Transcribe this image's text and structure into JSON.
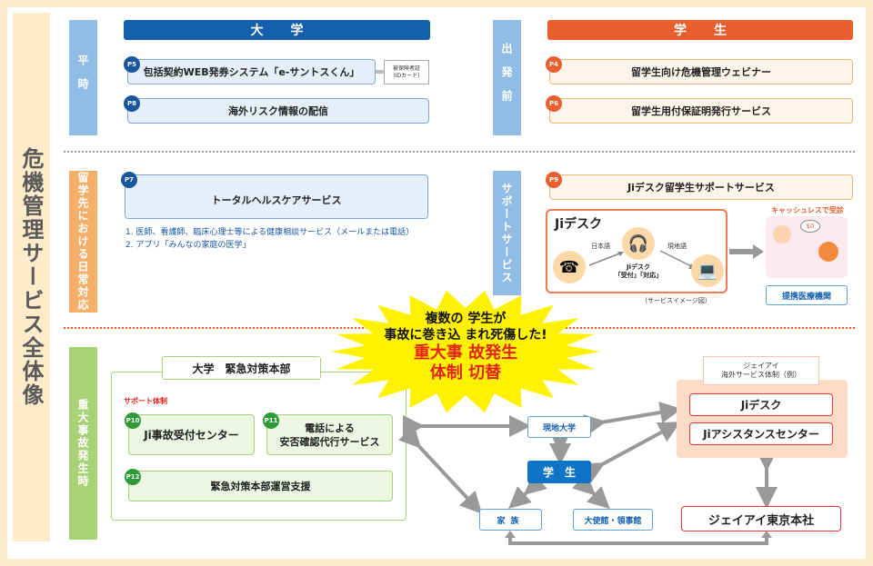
{
  "title": "危機管理サービス全体像",
  "phases": {
    "normal": "平時",
    "predeparture": "出発前",
    "daily": "留学先における日常対応",
    "support": "サポートサービス",
    "emergency": "重大事故発生時"
  },
  "headers": {
    "university": "大学",
    "student": "学生"
  },
  "university_services": [
    {
      "page": "P5",
      "label": "包括契約WEB発券システム「e-サントスくん」"
    },
    {
      "page": "P8",
      "label": "海外リスク情報の配信"
    }
  ],
  "id_card_note": [
    "被保険者証",
    "(IDカード)"
  ],
  "student_services": [
    {
      "page": "P4",
      "label": "留学生向け危機管理ウェビナー"
    },
    {
      "page": "P6",
      "label": "留学生用付保証明発行サービス"
    }
  ],
  "daily": {
    "page": "P7",
    "label": "トータルヘルスケアサービス",
    "items": [
      "1. 医師、看護師、臨床心理士等による健康相談サービス（メールまたは電話）",
      "2. アプリ「みんなの家庭の医学」"
    ]
  },
  "support": {
    "page": "P9",
    "label": "Jiデスク留学生サポートサービス",
    "jidesk_title": "Jiデスク",
    "lang_japanese": "日本語",
    "lang_local": "現地語",
    "operator_label": [
      "Jiデスク",
      "「受付」「対応」"
    ],
    "caption": "（サービスイメージ図）",
    "cashless": "キャッシュレスで受診",
    "speech": "$0",
    "partner": "提携医療機関"
  },
  "burst": {
    "line1": "複数の 学生が",
    "line2": "事故に巻き込 まれ死傷した!",
    "line3": "重大事 故発生",
    "line4": "体制 切替"
  },
  "emergency": {
    "hq_title": "大学　緊急対策本部",
    "support_label": "サポート体制",
    "items": [
      {
        "page": "P10",
        "label": "Ji事故受付センター"
      },
      {
        "page": "P11",
        "label": "電話による\n安否確認代行サービス"
      },
      {
        "page": "P12",
        "label": "緊急対策本部運営支援"
      }
    ]
  },
  "network": {
    "local_univ": "現地大学",
    "student": "学生",
    "family": "家族",
    "embassy": "大使館・領事館"
  },
  "ji_overseas": {
    "title": [
      "ジェイアイ",
      "海外サービス体制（例）"
    ],
    "jidesk": "Jiデスク",
    "assistance": "Jiアシスタンスセンター",
    "tokyo": "ジェイアイ東京本社"
  },
  "colors": {
    "university_blue": "#1560ad",
    "student_orange": "#e95f2e",
    "emergency_green": "#a9d176",
    "alert_red": "#e2231a",
    "burst_yellow": "#fff200"
  }
}
